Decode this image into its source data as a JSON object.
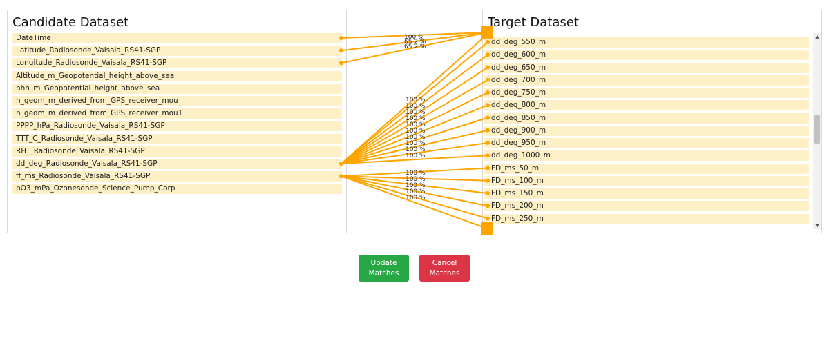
{
  "candidate": {
    "title": "Candidate Dataset",
    "fields": [
      "DateTime",
      "Latitude_Radiosonde_Vaisala_RS41-SGP",
      "Longitude_Radiosonde_Vaisala_RS41-SGP",
      "Altitude_m_Geopotential_height_above_sea",
      "hhh_m_Geopotential_height_above_sea",
      "h_geom_m_derived_from_GPS_receiver_mou",
      "h_geom_m_derived_from_GPS_receiver_mou1",
      "PPPP_hPa_Radiosonde_Vaisala_RS41-SGP",
      "TTT_C_Radiosonde_Vaisala_RS41-SGP",
      "RH__Radiosonde_Vaisala_RS41-SGP",
      "dd_deg_Radiosonde_Vaisala_RS41-SGP",
      "ff_ms_Radiosonde_Vaisala_RS41-SGP",
      "pO3_mPa_Ozonesonde_Science_Pump_Corp"
    ]
  },
  "target": {
    "title": "Target Dataset",
    "fields": [
      "dd_deg_550_m",
      "dd_deg_600_m",
      "dd_deg_650_m",
      "dd_deg_700_m",
      "dd_deg_750_m",
      "dd_deg_800_m",
      "dd_deg_850_m",
      "dd_deg_900_m",
      "dd_deg_950_m",
      "dd_deg_1000_m",
      "FD_ms_50_m",
      "FD_ms_100_m",
      "FD_ms_150_m",
      "FD_ms_200_m",
      "FD_ms_250_m"
    ]
  },
  "matches": {
    "top_offscreen": [
      {
        "candidate": 0,
        "label": "100 %"
      },
      {
        "candidate": 1,
        "label": "65.2 %"
      },
      {
        "candidate": 2,
        "label": "65.2 %"
      }
    ],
    "dd_deg": {
      "candidate": 10,
      "label": "100 %"
    },
    "ff_ms": {
      "candidate": 11,
      "label": "100 %"
    }
  },
  "buttons": {
    "update": "Update Matches",
    "cancel": "Cancel Matches"
  },
  "colors": {
    "link": "#ffa500",
    "row_bg": "#fdf0c7",
    "update_bg": "#28a745",
    "cancel_bg": "#dc3545"
  }
}
